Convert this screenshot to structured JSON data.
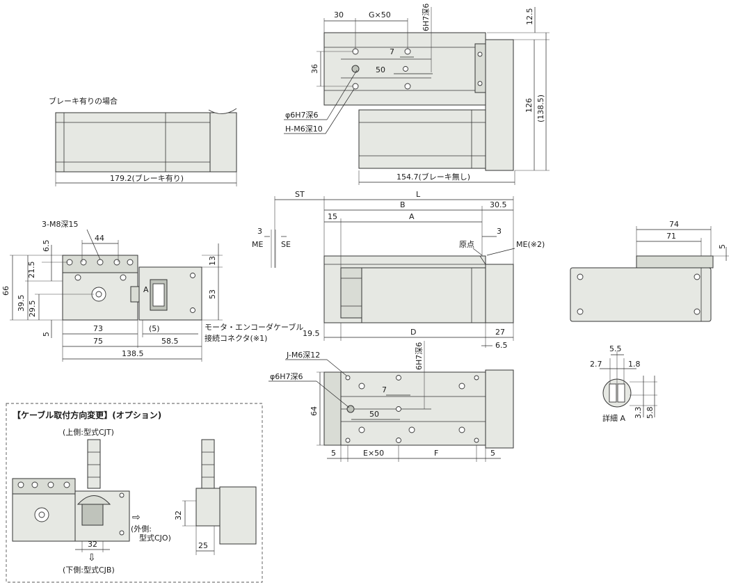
{
  "colors": {
    "body": "#e6e8e3",
    "shade": "#bfc3bb",
    "line": "#333333",
    "background": "#ffffff"
  },
  "top_view": {
    "dims": {
      "d30": "30",
      "g50": "G×50",
      "d6h7_top": "6H7深6",
      "d12_5": "12.5",
      "d36": "36",
      "d7": "7",
      "d50": "50",
      "d126": "126",
      "d138_5": "(138.5)",
      "phi6h7": "φ6H7深6",
      "hm6": "H-M6深10",
      "d154_7": "154.7(ブレーキ無し)"
    }
  },
  "brake_view": {
    "title": "ブレーキ有りの場合",
    "length": "179.2(ブレーキ有り)"
  },
  "front_view": {
    "dims": {
      "st": "ST",
      "l": "L",
      "b": "B",
      "d30_5": "30.5",
      "d15": "15",
      "a": "A",
      "d3a": "3",
      "d3b": "3",
      "me": "ME",
      "se": "SE",
      "origin": "原点",
      "me2": "ME(※2)",
      "d19_5": "19.5",
      "d": "D",
      "d27": "27",
      "d6_5": "6.5"
    }
  },
  "end_view": {
    "dims": {
      "m8": "3-M8深15",
      "d44": "44",
      "d6_5": "6.5",
      "d21_5": "21.5",
      "d66": "66",
      "d39_5": "39.5",
      "d29_5": "29.5",
      "d5": "5",
      "d13": "13",
      "d53": "53",
      "label_a": "A",
      "d73": "73",
      "d75": "75",
      "d5p": "(5)",
      "d58_5": "58.5",
      "d138_5": "138.5",
      "connector1": "モータ・エンコーダケーブル",
      "connector2": "接続コネクタ(※1)"
    }
  },
  "bottom_view": {
    "dims": {
      "jm6": "J-M6深12",
      "phi6h7": "φ6H7深6",
      "d6h7": "6H7深6",
      "d7": "7",
      "d64": "64",
      "d50": "50",
      "d5a": "5",
      "ex50": "E×50",
      "f": "F",
      "d5b": "5"
    }
  },
  "side_view": {
    "dims": {
      "d74": "74",
      "d71": "71",
      "d5": "5"
    }
  },
  "detail_a": {
    "dims": {
      "d5_5": "5.5",
      "d2_7": "2.7",
      "d1_8": "1.8",
      "d3_3": "3.3",
      "d5_8": "5.8"
    },
    "label": "詳細 A"
  },
  "option": {
    "title": "【ケーブル取付方向変更】(オプション)",
    "upper": "(上側:型式CJT)",
    "outer1": "(外側:",
    "outer2": "型式CJO)",
    "lower": "(下側:型式CJB)",
    "d32a": "32",
    "d32b": "32",
    "d25": "25",
    "arrow_right": "⇨",
    "arrow_down": "⇩"
  }
}
